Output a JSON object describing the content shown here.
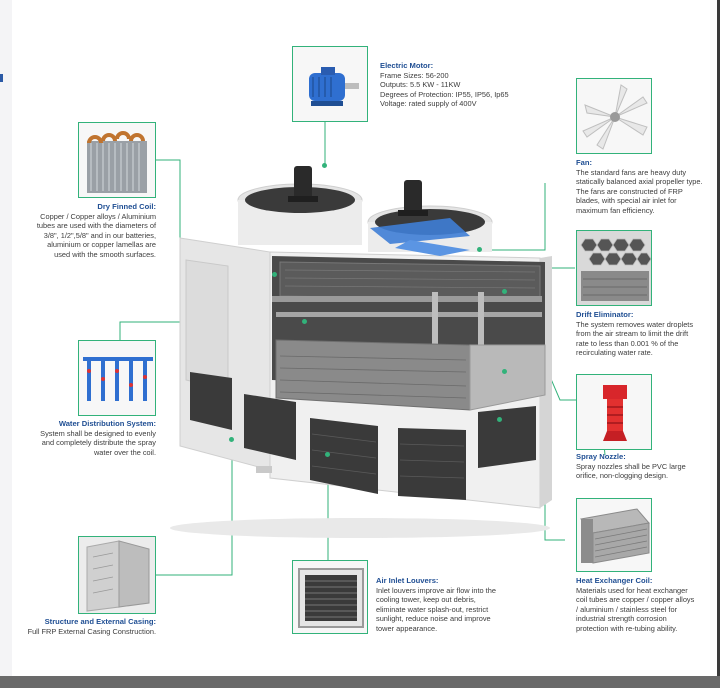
{
  "components": {
    "motor": {
      "title": "Electric Motor:",
      "lines": [
        "Frame Sizes: 56-200",
        "Outputs: 5.5 KW - 11KW",
        "Degrees of Protection: IP55, IP56, Ip65",
        "Voltage: rated supply of 400V"
      ]
    },
    "coil": {
      "title": "Dry Finned Coil:",
      "lines": [
        "Copper / Copper alloys / Aluminium",
        "tubes are used with the diameters of",
        "3/8\", 1/2\",5/8\" and in our batteries,",
        "aluminium or copper lamellas are",
        "used with the smooth surfaces."
      ]
    },
    "fan": {
      "title": "Fan:",
      "lines": [
        "The standard fans are heavy duty",
        "statically balanced axial propeller type.",
        "The fans are constructed of FRP",
        "blades, with special  air inlet for",
        "maximum fan efficiency."
      ]
    },
    "drift": {
      "title": "Drift Eliminator:",
      "lines": [
        "The system removes water droplets",
        "from the air stream to limit the drift",
        "rate to less than 0.001 % of the",
        "recirculating water rate."
      ]
    },
    "water": {
      "title": "Water Distribution System:",
      "lines": [
        "System shall be designed to evenly",
        "and completely distribute the spray",
        "water over the coil."
      ]
    },
    "nozzle": {
      "title": "Spray Nozzle:",
      "lines": [
        "Spray nozzles shall be PVC large",
        "orifice, non-clogging design."
      ]
    },
    "hex": {
      "title": "Heat Exchanger Coil:",
      "lines": [
        "Materials used for heat exchanger",
        "coil tubes are copper / copper alloys",
        "/ aluminium / stainless steel for",
        "industrial strength corrosion",
        "protection with re-tubing ability."
      ]
    },
    "louver": {
      "title": "Air Inlet Louvers:",
      "lines": [
        "Inlet louvers improve air flow into the",
        "cooling tower, keep out debris,",
        "eliminate water splash-out, restrict",
        "sunlight, reduce noise and improve",
        "tower appearance."
      ]
    },
    "casing": {
      "title": "Structure and External Casing:",
      "lines": [
        "Full FRP External Casing Construction."
      ]
    }
  },
  "colors": {
    "accent": "#32b27a",
    "title": "#1f4e93",
    "text": "#3d3d3d"
  }
}
